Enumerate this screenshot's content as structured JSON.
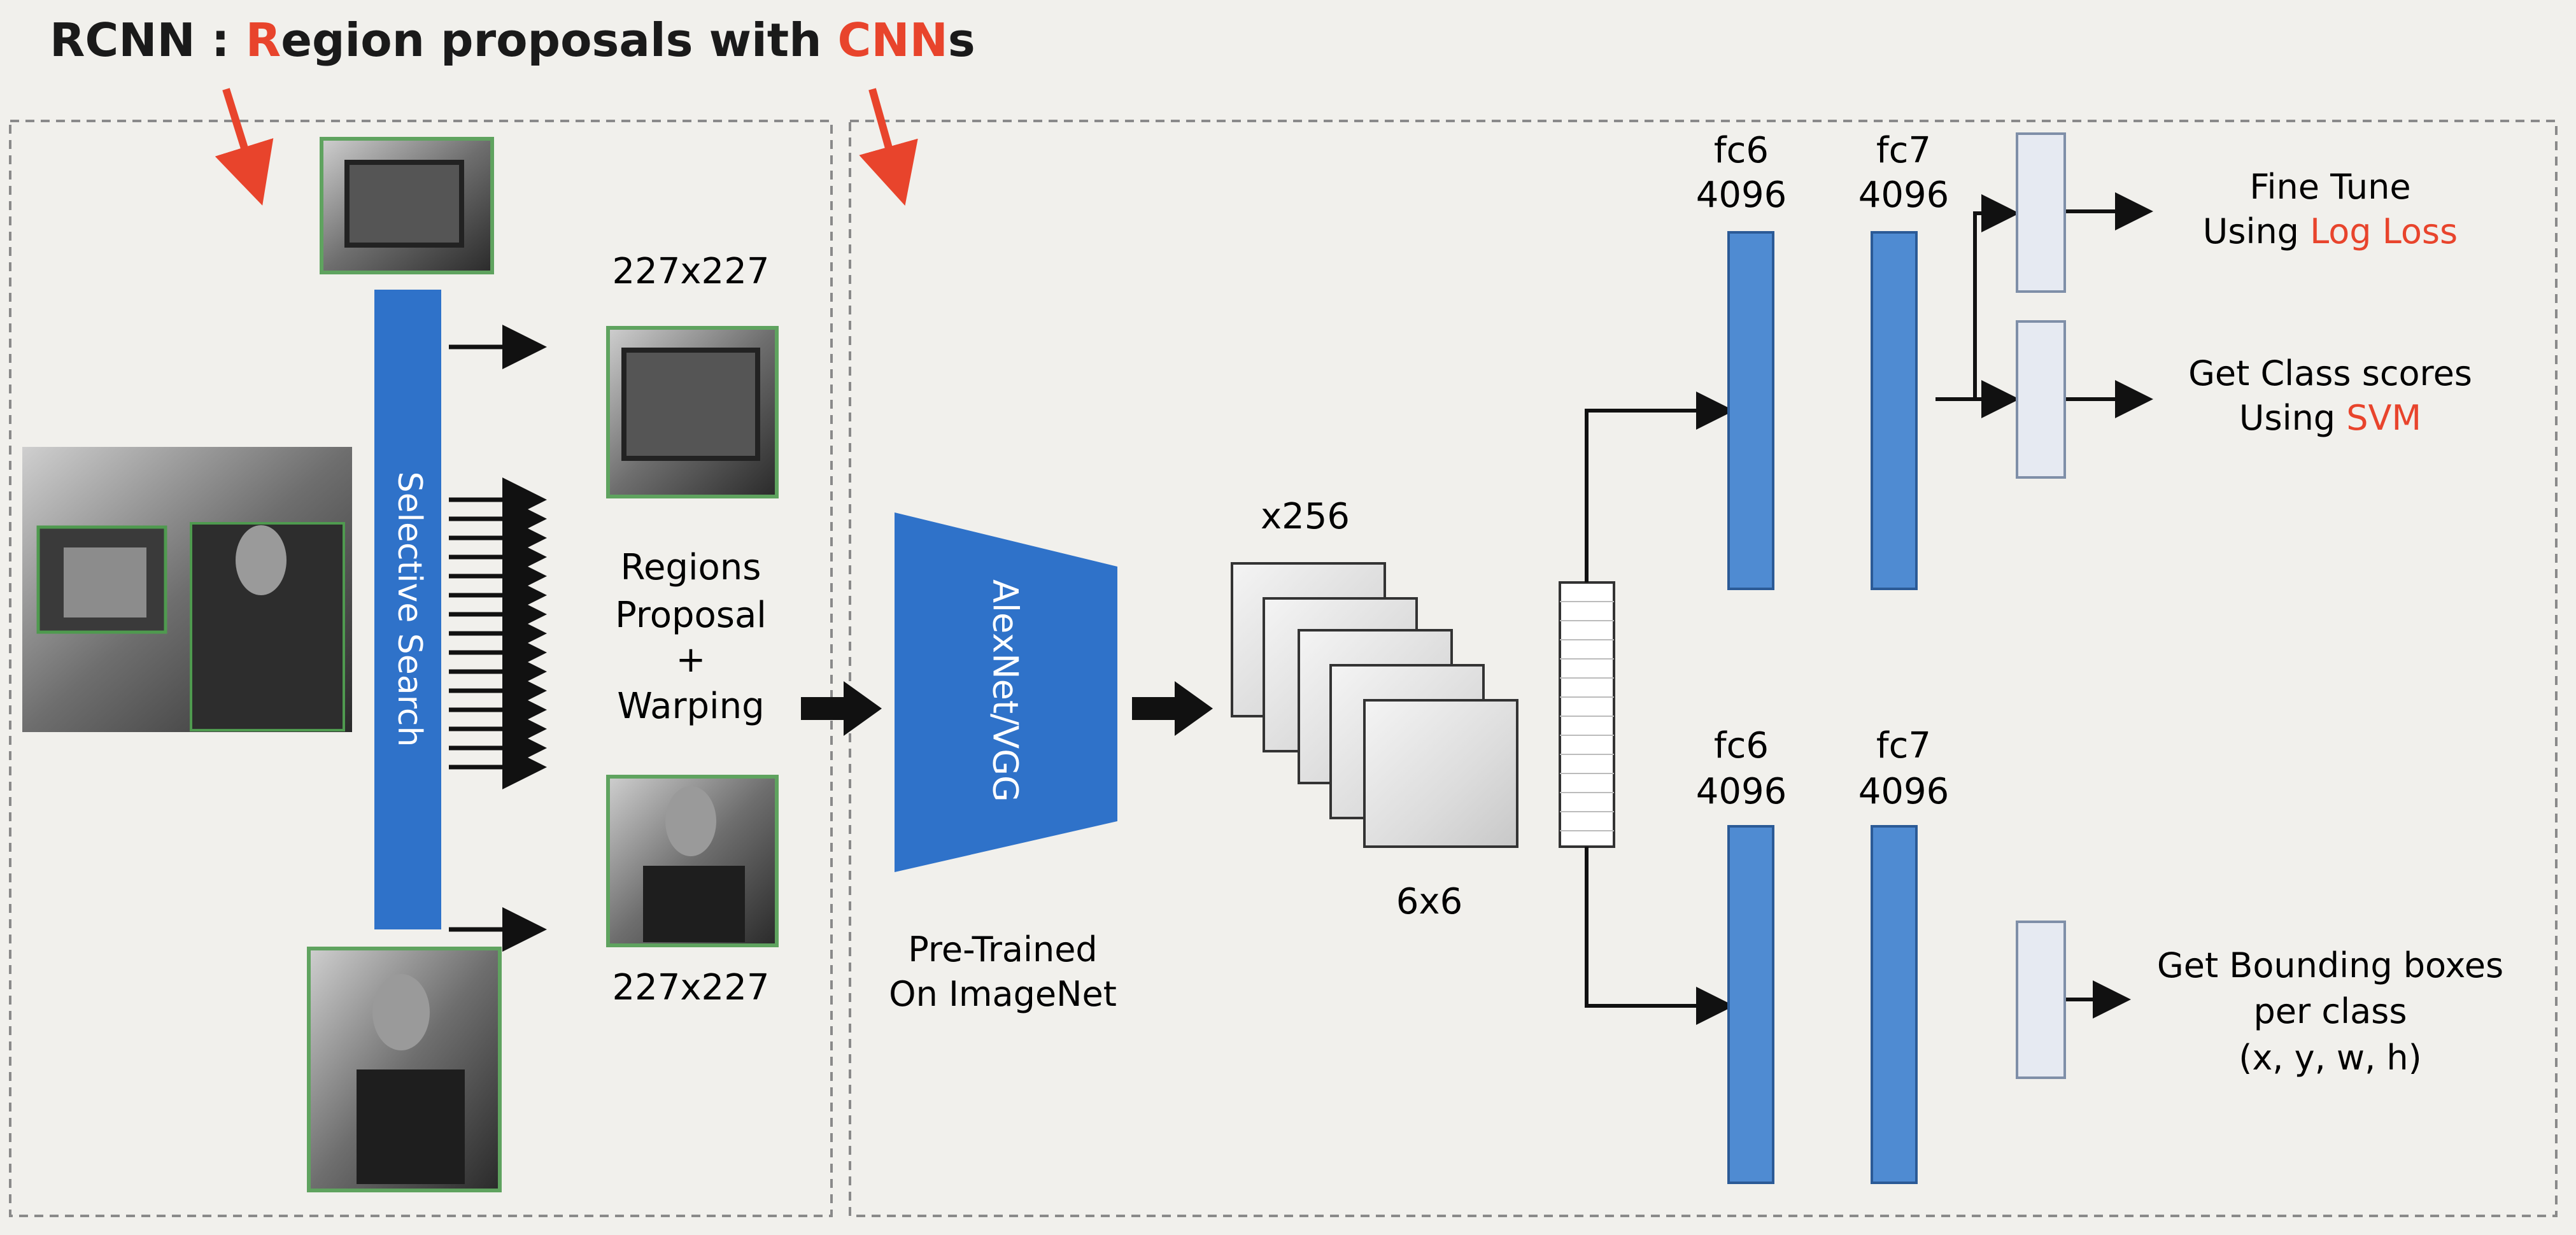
{
  "title": {
    "prefix": "RCNN : ",
    "r": "R",
    "mid": "egion proposals with ",
    "cnn": "CNN",
    "suffix": "s"
  },
  "left": {
    "selective_search": "Selective Search",
    "size_top": "227x227",
    "size_bottom": "227x227",
    "regions": [
      "Regions",
      "Proposal",
      "+",
      "Warping"
    ]
  },
  "right": {
    "network": "AlexNet/VGG",
    "pretrained": [
      "Pre-Trained",
      "On ImageNet"
    ],
    "depth": "x256",
    "spatial": "6x6",
    "top_fc6": [
      "fc6",
      "4096"
    ],
    "top_fc7": [
      "fc7",
      "4096"
    ],
    "bottom_fc6": [
      "fc6",
      "4096"
    ],
    "bottom_fc7": [
      "fc7",
      "4096"
    ],
    "out1": {
      "line1": "Fine Tune",
      "line2_pre": "Using ",
      "line2_hi": "Log Loss"
    },
    "out2": {
      "line1": "Get Class scores",
      "line2_pre": "Using ",
      "line2_hi": "SVM"
    },
    "out3": [
      "Get Bounding boxes",
      "per class",
      "(x, y, w, h)"
    ]
  },
  "colors": {
    "accent_red": "#e8442c",
    "blue": "#2f72c9",
    "fc_blue": "#4f8bd2",
    "out_box": "#e6eaf2"
  },
  "icons": [
    "red-arrow-icon",
    "photo-thumbnail-icon",
    "arrow-right-icon",
    "feature-map-icon"
  ]
}
